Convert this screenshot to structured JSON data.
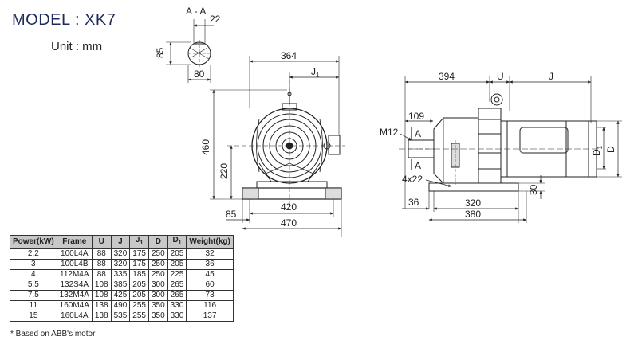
{
  "title": "MODEL : XK7",
  "unit": "Unit : mm",
  "section_view": {
    "label": "A - A",
    "dim_width": "22",
    "dim_height": "85",
    "dim_bottom": "80"
  },
  "front_view": {
    "dim_top": "364",
    "dim_j1_label": "J",
    "dim_j1_sub": "1",
    "dim_height": "460",
    "dim_center_height": "220",
    "dim_base_inner": "420",
    "dim_base_outer": "470",
    "dim_base_edge": "85"
  },
  "side_view": {
    "dim_394": "394",
    "dim_u": "U",
    "dim_j": "J",
    "dim_109": "109",
    "dim_m12": "M12",
    "section_mark_a": "A",
    "section_mark_a2": "A",
    "dim_holes": "4x22",
    "dim_36": "36",
    "dim_320": "320",
    "dim_380": "380",
    "dim_30": "30",
    "dim_d1": "D",
    "dim_d1_sub": "1",
    "dim_d": "D"
  },
  "table": {
    "headers": [
      {
        "main": "Power(kW)",
        "sub": ""
      },
      {
        "main": "Frame",
        "sub": ""
      },
      {
        "main": "U",
        "sub": ""
      },
      {
        "main": "J",
        "sub": ""
      },
      {
        "main": "J",
        "sub": "1"
      },
      {
        "main": "D",
        "sub": ""
      },
      {
        "main": "D",
        "sub": "1"
      },
      {
        "main": "Weight(kg)",
        "sub": ""
      }
    ],
    "rows": [
      [
        "2.2",
        "100L4A",
        "88",
        "320",
        "175",
        "250",
        "205",
        "32"
      ],
      [
        "3",
        "100L4B",
        "88",
        "320",
        "175",
        "250",
        "205",
        "36"
      ],
      [
        "4",
        "112M4A",
        "88",
        "335",
        "185",
        "250",
        "225",
        "45"
      ],
      [
        "5.5",
        "132S4A",
        "108",
        "385",
        "205",
        "300",
        "265",
        "60"
      ],
      [
        "7.5",
        "132M4A",
        "108",
        "425",
        "205",
        "300",
        "265",
        "73"
      ],
      [
        "11",
        "160M4A",
        "138",
        "490",
        "255",
        "350",
        "330",
        "116"
      ],
      [
        "15",
        "160L4A",
        "138",
        "535",
        "255",
        "350",
        "330",
        "137"
      ]
    ]
  },
  "footnote": "* Based on ABB's motor"
}
